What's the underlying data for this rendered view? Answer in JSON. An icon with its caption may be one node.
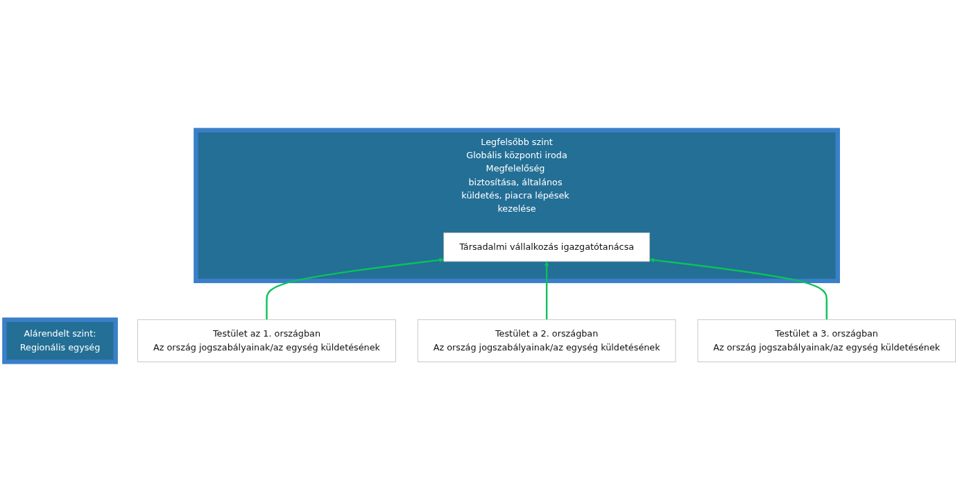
{
  "diagram": {
    "nodes": [
      {
        "text": [
          "Legfelsőbb szint",
          "Globális központi iroda",
          "Megfelelőség biztosítása, általános küldetés, piacra lépések kezelése"
        ]
      },
      {
        "text": [
          "Társadalmi vállalkozás igazgatótanácsa"
        ],
        "in": 0
      },
      {
        "text": [
          "Alárendelt szint:",
          "Regionális egység"
        ]
      },
      {
        "text": [
          "Testület az 1. országban",
          "Az ország jogszabályainak/az egység küldetésének"
        ]
      },
      {
        "text": [
          "Testület a 2. országban",
          "Az ország jogszabályainak/az egység küldetésének"
        ]
      },
      {
        "text": [
          "Testület a 3. országban",
          "Az ország jogszabályainak/az egység küldetésének"
        ]
      }
    ],
    "edges": [
      {
        "from": 3,
        "to": 1,
        "arrow": "to",
        "color": "#0ac25a"
      },
      {
        "from": 4,
        "to": 1,
        "arrow": "to",
        "color": "#0ac25a"
      },
      {
        "from": 5,
        "to": 1,
        "arrow": "to",
        "color": "#0ac25a"
      }
    ]
  }
}
